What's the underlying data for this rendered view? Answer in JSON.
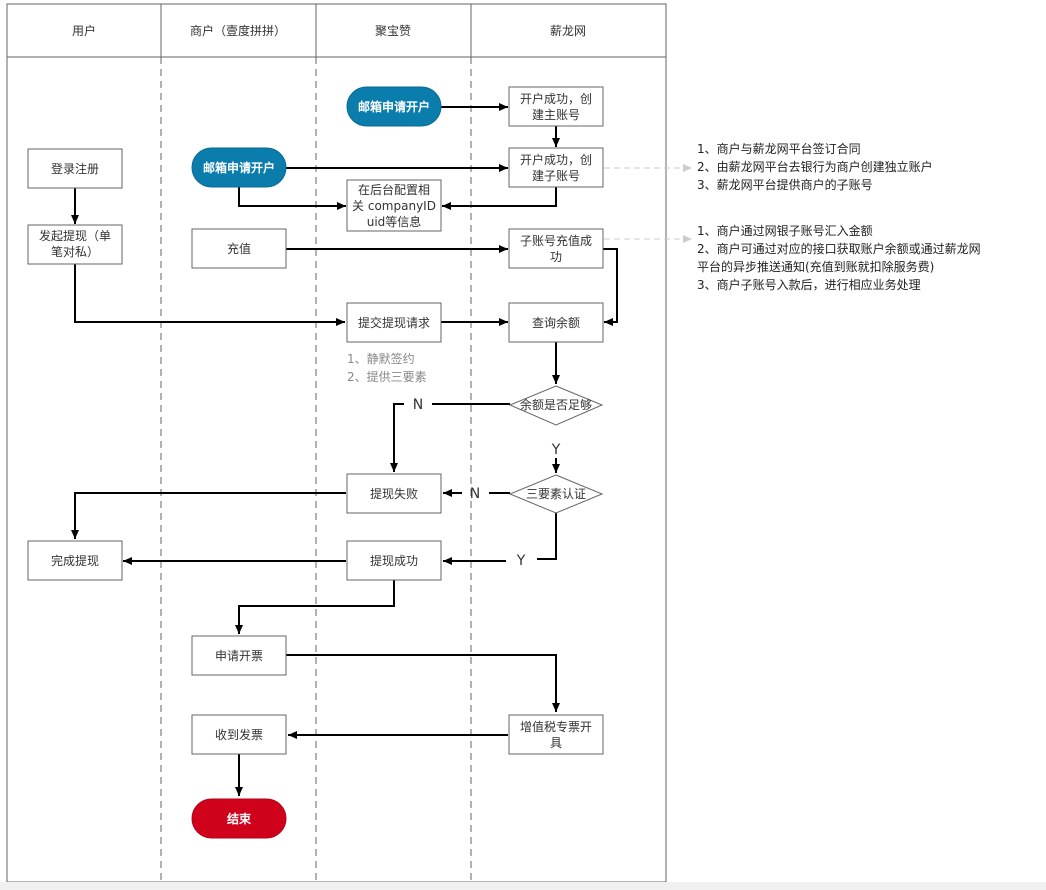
{
  "colors": {
    "pill_blue": "#0a7dad",
    "pill_red": "#d0021b",
    "line": "#000000",
    "border": "#666666",
    "dashed_note_line": "#cccccc"
  },
  "lanes": [
    "用户",
    "商户（壹度拼拼）",
    "聚宝赞",
    "薪龙网"
  ],
  "nodes": {
    "user_register": "登录注册",
    "user_withdraw": [
      "发起提现（单",
      "笔对私）"
    ],
    "user_complete": "完成提现",
    "m_open": "邮箱申请开户",
    "m_recharge": "充值",
    "m_invoice_apply": "申请开票",
    "m_invoice_receive": "收到发票",
    "m_end": "结束",
    "j_open": "邮箱申请开户",
    "j_config": [
      "在后台配置相",
      "关 companyID",
      "uid等信息"
    ],
    "j_submit": "提交提现请求",
    "j_fail": "提现失败",
    "j_success": "提现成功",
    "x_main": [
      "开户成功，创",
      "建主账号"
    ],
    "x_sub": [
      "开户成功，创",
      "建子账号"
    ],
    "x_recharge_ok": [
      "子账号充值成",
      "功"
    ],
    "x_query": "查询余额",
    "x_balance": "余额是否足够",
    "x_verify": "三要素认证",
    "x_vat": [
      "增值税专票开",
      "具"
    ]
  },
  "edge_labels": {
    "n1": "N",
    "y1": "Y",
    "n2": "N",
    "y2": "Y"
  },
  "notes": {
    "submit_note": [
      "1、静默签约",
      "2、提供三要素"
    ],
    "sub_account_note": [
      "1、商户与薪龙网平台签订合同",
      "2、由薪龙网平台去银行为商户创建独立账户",
      "3、薪龙网平台提供商户的子账号"
    ],
    "recharge_note": [
      "1、商户通过网银子账号汇入金额",
      "2、商户可通过对应的接口获取账户余额或通过薪龙网",
      "平台的异步推送通知(充值到账就扣除服务费)",
      "3、商户子账号入款后，进行相应业务处理"
    ]
  }
}
